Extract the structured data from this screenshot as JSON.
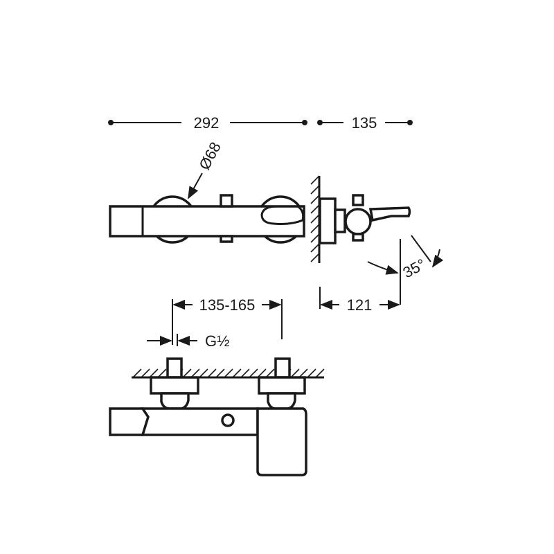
{
  "dimensions": {
    "overall_width": "292",
    "projection": "135",
    "diameter": "Ø68",
    "centers": "135-165",
    "thread": "G½",
    "spout_reach": "121",
    "spout_angle": "35°"
  },
  "colors": {
    "line": "#1a1a1a",
    "background": "#ffffff"
  }
}
